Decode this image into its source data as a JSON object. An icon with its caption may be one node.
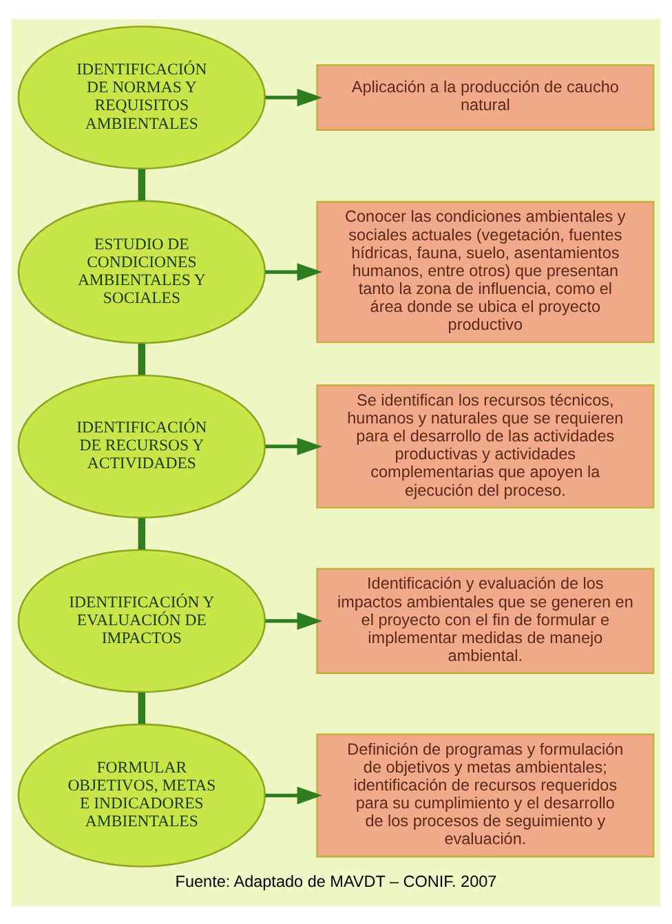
{
  "diagram": {
    "caption": "Fuente: Adaptado de MAVDT – CONIF. 2007",
    "nodes": [
      {
        "text": [
          "IDENTIFICACIÓN DE NORMAS Y REQUISITOS AMBIENTALES"
        ]
      },
      {
        "text": [
          "Aplicación a la producción de caucho natural"
        ]
      },
      {
        "text": [
          "ESTUDIO DE CONDICIONES AMBIENTALES Y SOCIALES"
        ]
      },
      {
        "text": [
          "Conocer las condiciones ambientales y sociales actuales (vegetación, fuentes hídricas, fauna, suelo, asentamientos humanos, entre otros) que presentan tanto la zona de influencia, como el área donde se ubica el proyecto productivo"
        ]
      },
      {
        "text": [
          "IDENTIFICACIÓN DE RECURSOS Y ACTIVIDADES"
        ]
      },
      {
        "text": [
          "Se identifican los recursos técnicos, humanos y naturales que se requieren para el desarrollo de las actividades productivas y actividades complementarias que apoyen la ejecución del proceso."
        ]
      },
      {
        "text": [
          "IDENTIFICACIÓN Y EVALUACIÓN DE IMPACTOS"
        ]
      },
      {
        "text": [
          "Identificación y evaluación de los impactos ambientales que se generen en el proyecto con el fin de formular e implementar medidas de manejo ambiental."
        ]
      },
      {
        "text": [
          "FORMULAR OBJETIVOS, METAS E INDICADORES AMBIENTALES"
        ]
      },
      {
        "text": [
          "Definición de programas y formulación de objetivos y metas ambientales; identificación de recursos requeridos para su cumplimiento y el desarrollo de los procesos de seguimiento y evaluación."
        ]
      }
    ],
    "edges": [
      {
        "from": 0,
        "to": 1,
        "arrow": "to"
      },
      {
        "from": 0,
        "to": 2,
        "arrow": "none",
        "style": "thick"
      },
      {
        "from": 2,
        "to": 3,
        "arrow": "to"
      },
      {
        "from": 2,
        "to": 4,
        "arrow": "none",
        "style": "thick"
      },
      {
        "from": 4,
        "to": 5,
        "arrow": "to"
      },
      {
        "from": 4,
        "to": 6,
        "arrow": "none",
        "style": "thick"
      },
      {
        "from": 6,
        "to": 7,
        "arrow": "to"
      },
      {
        "from": 6,
        "to": 8,
        "arrow": "none",
        "style": "thick"
      },
      {
        "from": 8,
        "to": 9,
        "arrow": "to"
      }
    ]
  }
}
